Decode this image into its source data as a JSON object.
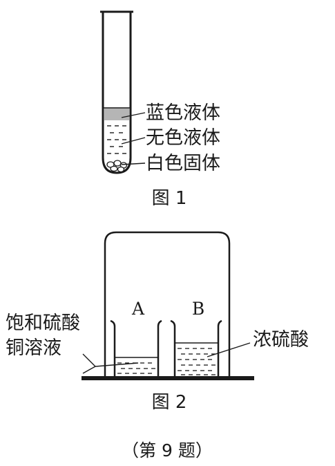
{
  "figure1": {
    "caption": "图 1",
    "labels": {
      "blue_liquid": "蓝色液体",
      "colorless_liquid": "无色液体",
      "white_solid": "白色固体"
    }
  },
  "figure2": {
    "caption": "图 2",
    "beaker_a_label": "A",
    "beaker_b_label": "B",
    "left_label_line1": "饱和硫酸",
    "left_label_line2": "铜溶液",
    "right_label": "浓硫酸"
  },
  "question_label": "（第 9 题）",
  "colors": {
    "ink": "#1a1a1a",
    "blue_liquid_shade": "#b5b5b5",
    "paper": "#ffffff"
  }
}
